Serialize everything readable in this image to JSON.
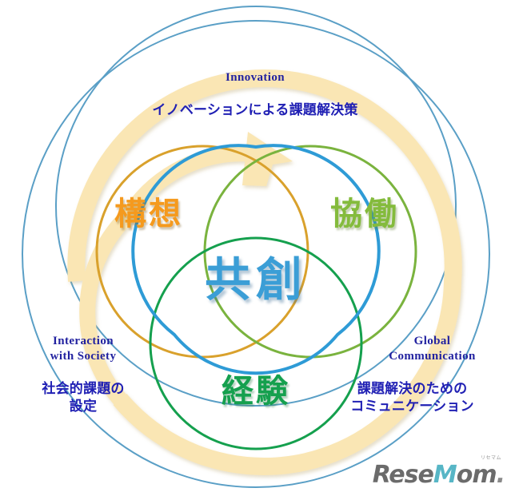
{
  "diagram": {
    "title_center": "共創",
    "circles": [
      {
        "id": "kousou",
        "label": "構想",
        "color": "#d9a12c"
      },
      {
        "id": "kyoudou",
        "label": "協働",
        "color": "#7ab33e"
      },
      {
        "id": "keiken",
        "label": "経験",
        "color": "#15a04e"
      },
      {
        "id": "center",
        "label": "共創",
        "color": "#2e9bd6"
      }
    ],
    "outer_circle_color": "#5a9fc6",
    "arrow_band_color": "#fae6b4"
  },
  "captions": {
    "top": {
      "en": "Innovation",
      "jp": "イノベーションによる課題解決策"
    },
    "left": {
      "en": "Interaction\nwith Society",
      "jp": "社会的課題の\n設定"
    },
    "right": {
      "en": "Global\nCommunication",
      "jp": "課題解決のための\nコミュニケーション"
    }
  },
  "keywords": {
    "kousou": "構想",
    "kyoudou": "協働",
    "keiken": "経験",
    "kyousou": "共創"
  },
  "watermark": {
    "part1": "Rese",
    "part2": "M",
    "part3": "om",
    "dot": ".",
    "ruby": "リセマム"
  }
}
